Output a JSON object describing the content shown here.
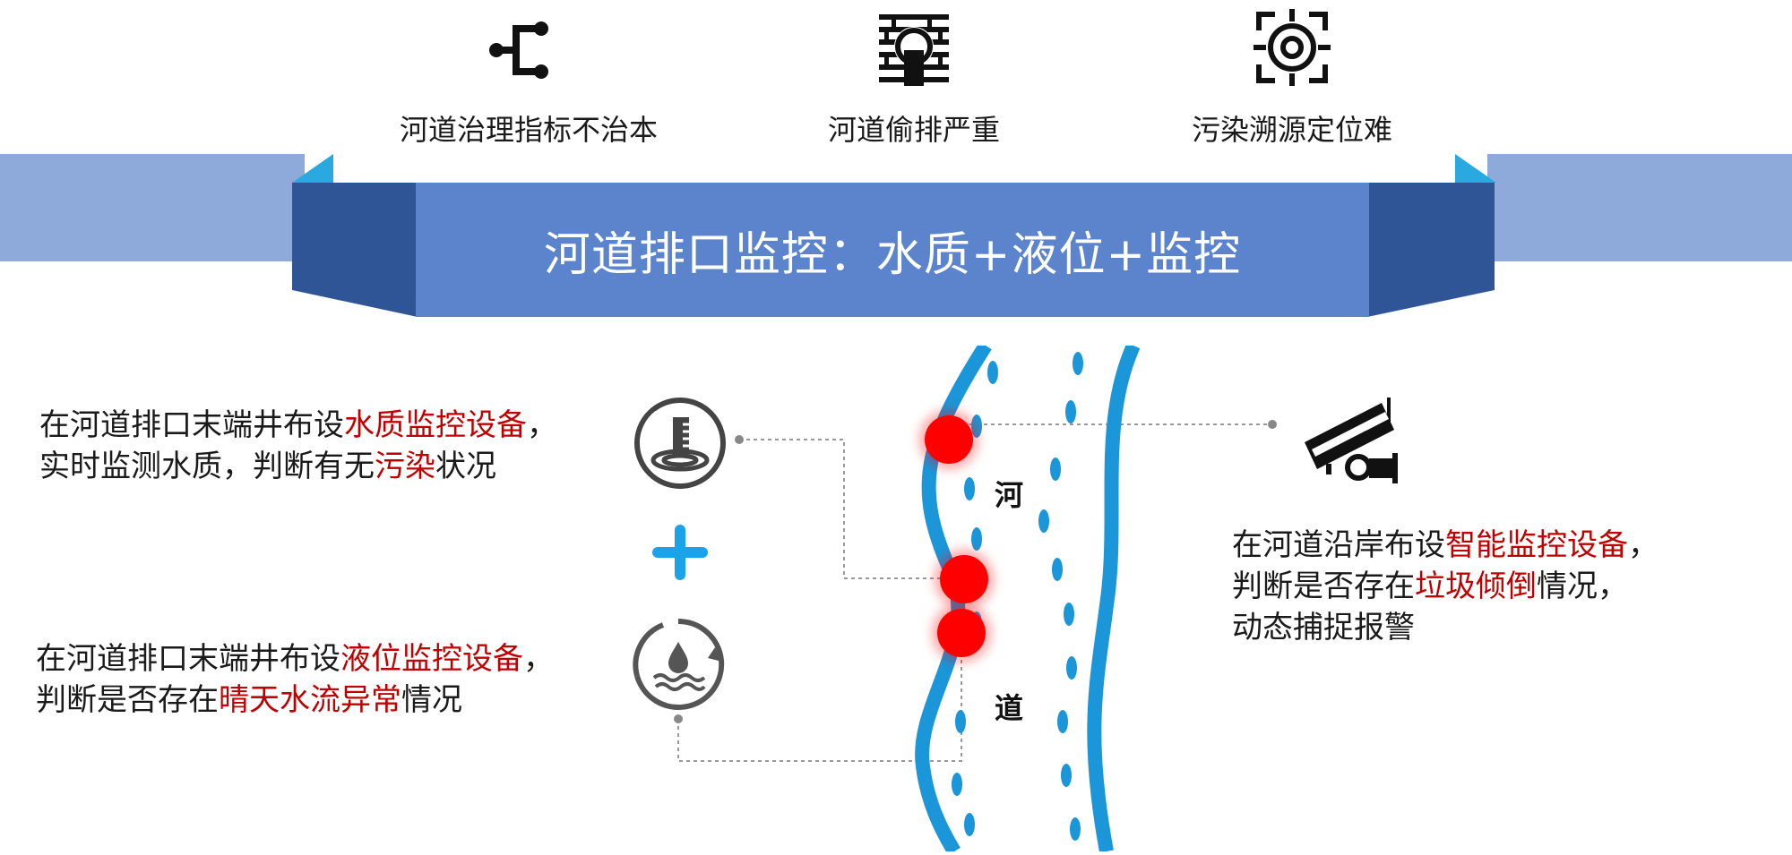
{
  "issues": [
    {
      "label": "河道治理指标不治本",
      "icon": "branch-pipe-icon"
    },
    {
      "label": "河道偷排严重",
      "icon": "wall-drain-outlet-icon"
    },
    {
      "label": "污染溯源定位难",
      "icon": "target-locate-icon"
    }
  ],
  "banner": {
    "title": "河道排口监控：水质+液位+监控"
  },
  "left_blocks": [
    {
      "line1_pre": "在河道排口末端井布设",
      "line1_hl": "水质监控设备",
      "line1_post": "，",
      "line2_pre": "实时监测水质，判断有无",
      "line2_hl": "污染",
      "line2_post": "状况",
      "icon": "water-quality-sensor-icon"
    },
    {
      "line1_pre": "在河道排口末端井布设",
      "line1_hl": "液位监控设备",
      "line1_post": "，",
      "line2_pre": "判断是否存在",
      "line2_hl": "晴天水流异常",
      "line2_post": "情况",
      "icon": "water-level-sensor-icon"
    }
  ],
  "plus_symbol": "+",
  "river": {
    "chars": [
      "河",
      "道"
    ]
  },
  "right_block": {
    "line1_pre": "在河道沿岸布设",
    "line1_hl": "智能监控设备",
    "line1_post": "，",
    "line2_pre": "判断是否存在",
    "line2_hl": "垃圾倾倒",
    "line2_post": "情况，",
    "line3": "动态捕捉报警",
    "icon": "surveillance-camera-icon"
  },
  "colors": {
    "banner_main": "#5b84cc",
    "banner_dark": "#2f5597",
    "banner_light": "#8eaadb",
    "banner_accent": "#29a9e0",
    "river": "#1a96d9",
    "highlight": "#c00000",
    "plus": "#1aa3e8",
    "marker": "#ff0000"
  }
}
